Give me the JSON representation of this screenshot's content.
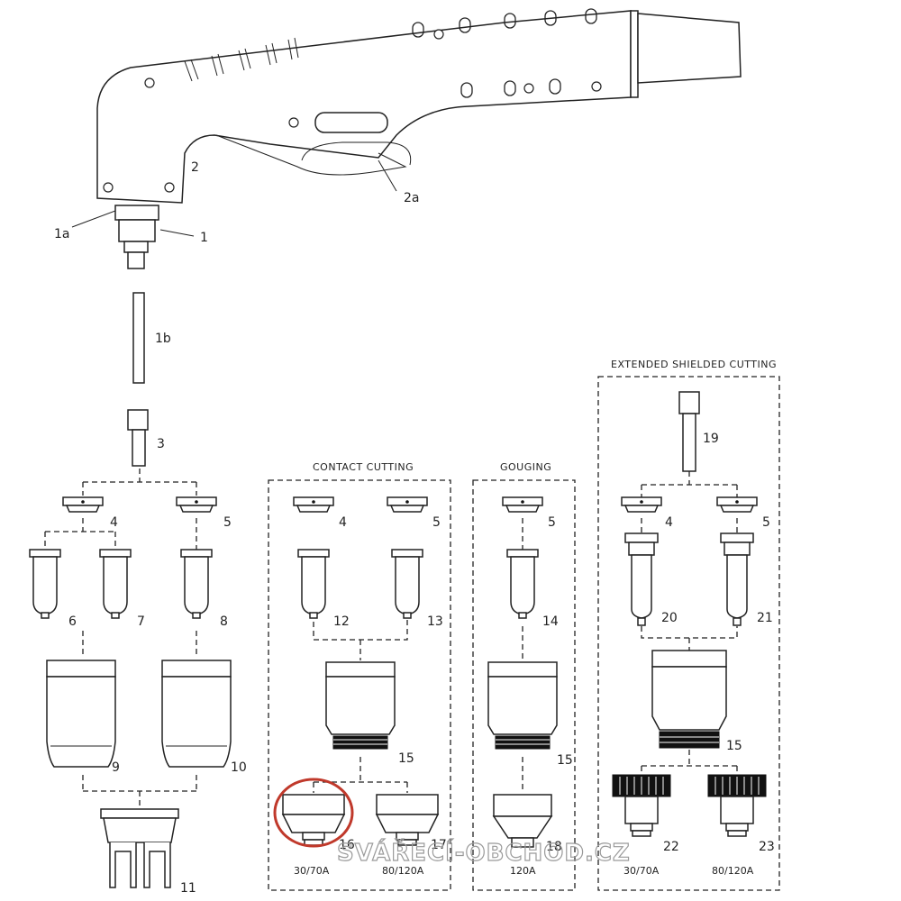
{
  "labels": {
    "p1": "1",
    "p1a": "1a",
    "p1b": "1b",
    "p2": "2",
    "p2a": "2a",
    "p3": "3",
    "p4a": "4",
    "p5a": "5",
    "p6": "6",
    "p7": "7",
    "p8": "8",
    "p9": "9",
    "p10": "10",
    "p11": "11",
    "p4b": "4",
    "p5b": "5",
    "p12": "12",
    "p13": "13",
    "p15a": "15",
    "p16": "16",
    "p17": "17",
    "p5c": "5",
    "p14": "14",
    "p15b": "15",
    "p18": "18",
    "p19": "19",
    "p4c": "4",
    "p5d": "5",
    "p20": "20",
    "p21": "21",
    "p15c": "15",
    "p22": "22",
    "p23": "23"
  },
  "sections": {
    "contact": "CONTACT  CUTTING",
    "gouging": "GOUGING",
    "extended": "EXTENDED  SHIELDED  CUTTING"
  },
  "captions": {
    "c16": "30/70A",
    "c17": "80/120A",
    "c18": "120A",
    "c22": "30/70A",
    "c23": "80/120A"
  },
  "watermark": "SVÁŘECÍ-OBCHOD.CZ",
  "colors": {
    "line": "#222222",
    "highlight": "#c0392b",
    "watermark": "#9a9a9a"
  }
}
